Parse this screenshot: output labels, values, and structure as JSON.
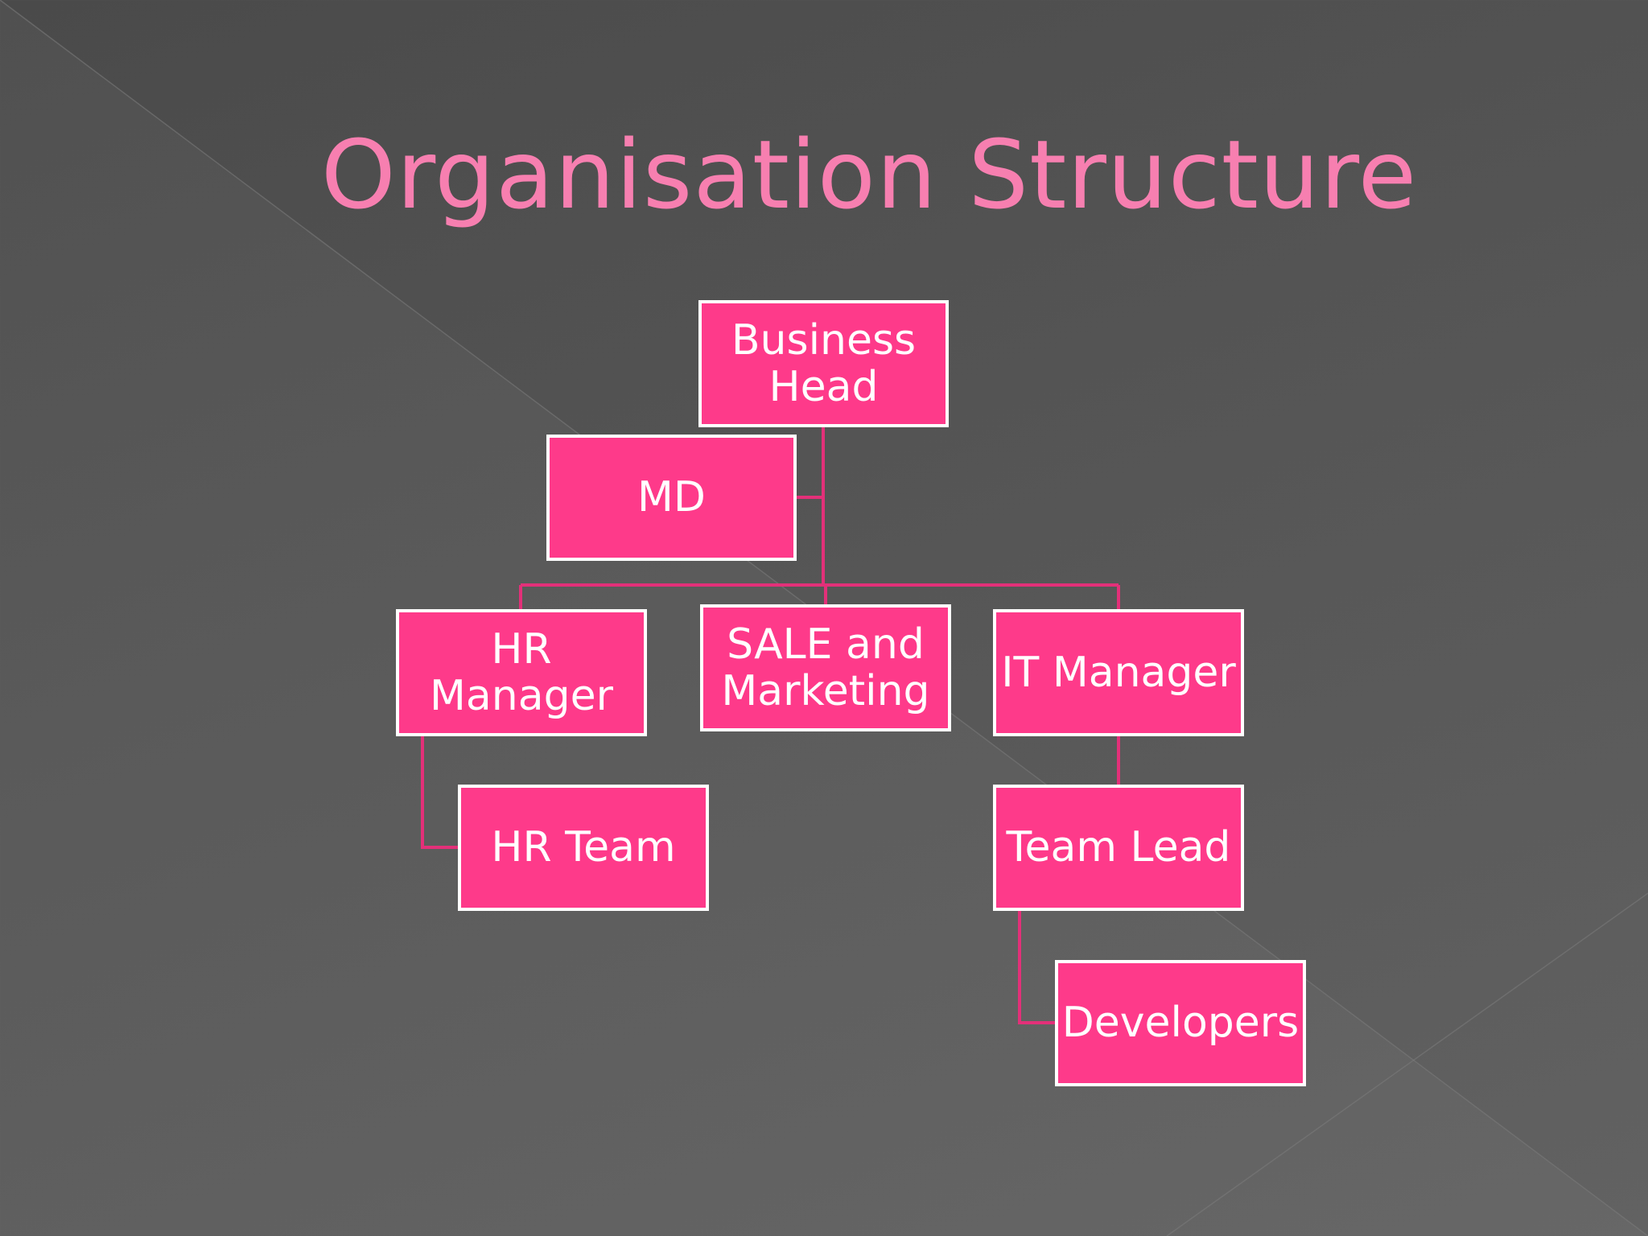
{
  "slide": {
    "title": "Organisation Structure",
    "colors": {
      "background": "#555555",
      "title": "#f77fb0",
      "node_fill": "#fe3a8a",
      "node_border": "#ffffff",
      "connector": "#e33079"
    }
  },
  "org_chart": {
    "nodes": [
      {
        "id": "business_head",
        "label": "Business\nHead"
      },
      {
        "id": "md",
        "label": "MD",
        "parent": "business_head",
        "role": "assistant"
      },
      {
        "id": "hr_manager",
        "label": "HR\nManager",
        "parent": "business_head"
      },
      {
        "id": "sale_marketing",
        "label": "SALE and\nMarketing",
        "parent": "business_head"
      },
      {
        "id": "it_manager",
        "label": "IT Manager",
        "parent": "business_head"
      },
      {
        "id": "hr_team",
        "label": "HR Team",
        "parent": "hr_manager"
      },
      {
        "id": "team_lead",
        "label": "Team Lead",
        "parent": "it_manager"
      },
      {
        "id": "developers",
        "label": "Developers",
        "parent": "team_lead"
      }
    ]
  }
}
